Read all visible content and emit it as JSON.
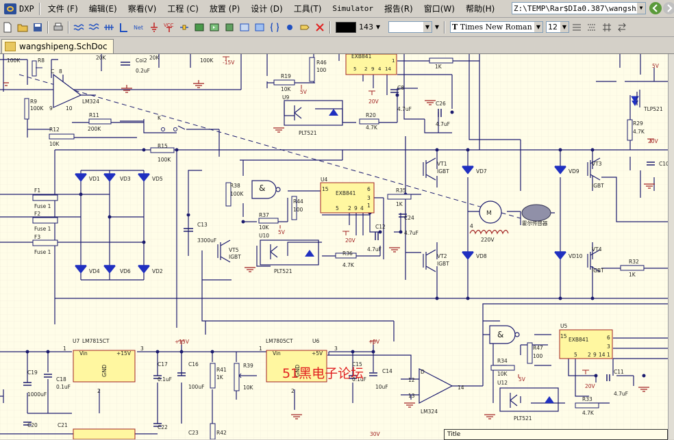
{
  "app": {
    "logo_label": "DXP"
  },
  "menu": [
    {
      "label": "文件 (F)"
    },
    {
      "label": "编辑(E)"
    },
    {
      "label": "察看(V)"
    },
    {
      "label": "工程 (C)"
    },
    {
      "label": "放置 (P)"
    },
    {
      "label": "设计 (D)"
    },
    {
      "label": "工具(T)"
    },
    {
      "label": "Simulator"
    },
    {
      "label": "报告(R)"
    },
    {
      "label": "窗口(W)"
    },
    {
      "label": "帮助(H)"
    }
  ],
  "path": {
    "value": "Z:\\TEMP\\Rar$DIa0.387\\wangshiper"
  },
  "toolbar": {
    "line_width": "143",
    "font_name": "Times New Roman",
    "font_size": "12",
    "font_prefix": "T"
  },
  "document_tab": {
    "label": "wangshipeng.SchDoc"
  },
  "watermark": {
    "label": "51黑电子论坛"
  },
  "title_block": {
    "label": "Title"
  },
  "schematic": {
    "labels": {
      "u9": "U9",
      "u10": "U10",
      "u12": "U12",
      "u4": "U4",
      "u5": "U5",
      "u6": "U6",
      "u7": "U7",
      "exb_top": "EXB841",
      "exb_u4": "EXB841",
      "exb_u5": "EXB841",
      "lm324_a": "LM324",
      "lm324_b": "LM324",
      "lm7815": "LM7815CT",
      "lm7805": "LM7805CT",
      "plt_a": "PLT521",
      "plt_b": "PLT521",
      "plt_c": "PLT521",
      "tlp": "TLP521",
      "r46": "R46",
      "r46v": "100",
      "r19": "R19",
      "r19v": "10K",
      "r20": "R20",
      "r20v": "4.7K",
      "r9": "R9",
      "r9v": "100K",
      "r11": "R11",
      "r11v": "200K",
      "r12": "R12",
      "r12v": "10K",
      "r15": "R15",
      "r15v": "100K",
      "r38": "R38",
      "r38v": "100K",
      "r44": "R44",
      "r44v": "100",
      "r37": "R37",
      "r37v": "10K",
      "r36": "R36",
      "r36v": "4.7K",
      "r35": "R35",
      "r35v": "1K",
      "r29": "R29",
      "r29v": "4.7K",
      "r32": "R32",
      "r32v": "1K",
      "r34": "R34",
      "r34v": "10K",
      "r47": "R47",
      "r47v": "100",
      "r33": "R33",
      "r33v": "4.7K",
      "r41": "R41",
      "r41v": "1K",
      "r39": "R39",
      "r39v": "10K",
      "r42": "R42",
      "r8": "R8",
      "r1k_top": "1K",
      "c8": "C8",
      "c8v": "4.7uF",
      "c26": "C26",
      "c26v": "4.7uF",
      "c12": "C12",
      "c12v": "4.7uF",
      "c24": "C24",
      "c24v": "4.7uF",
      "c11": "C11",
      "c11v": "4.7uF",
      "c13": "C13",
      "c13v": "3300uF",
      "c17": "C17",
      "c17v": "0.1uF",
      "c16": "C16",
      "c16v": "100uF",
      "c15": "C15",
      "c15v": "0.1uF",
      "c14": "C14",
      "c14v": "10uF",
      "c19": "C19",
      "c19v": "1000uF",
      "c18": "C18",
      "c18v": "0.1uF",
      "c20": "C20",
      "c21": "C21",
      "c22": "C22",
      "c23": "C23",
      "c10": "C10",
      "coi2": "Coi2",
      "coi2v": "0.2uF",
      "vd1": "VD1",
      "vd2": "VD2",
      "vd3": "VD3",
      "vd4": "VD4",
      "vd5": "VD5",
      "vd6": "VD6",
      "vd7": "VD7",
      "vd8": "VD8",
      "vd9": "VD9",
      "vd10": "VD10",
      "vt1": "VT1",
      "vt2": "VT2",
      "vt3": "VT3",
      "vt4": "VT4",
      "vt5": "VT5",
      "igbt": "IGBT",
      "f1": "F1",
      "f2": "F2",
      "f3": "F3",
      "fuse": "Fuse 1",
      "motor_m": "M",
      "v220": "220V",
      "hall": "霍尔传感器",
      "k": "K",
      "c_lbl": "C",
      "v20": "20V",
      "v5": "5V",
      "v15n": "-15V",
      "v15p": "+15V",
      "v5p": "+5V",
      "v30": "30V",
      "vin": "Vin",
      "gnd": "GND",
      "k100": "100K",
      "k20": "20K",
      "d_lbl": "D",
      "n1": "1",
      "n2": "2",
      "n3": "3",
      "n4": "4",
      "n5": "5",
      "n6": "6",
      "n8": "8",
      "n9": "9",
      "n10": "10",
      "n12": "12",
      "n13": "13",
      "n14": "14",
      "n15": "15",
      "amp": "&"
    }
  },
  "colors": {
    "wire": "#1a1a6e",
    "part_fill": "#fff7a0",
    "part_border": "#a02020",
    "label": "#202020",
    "power": "#a02020",
    "gnd": "#a02020"
  }
}
